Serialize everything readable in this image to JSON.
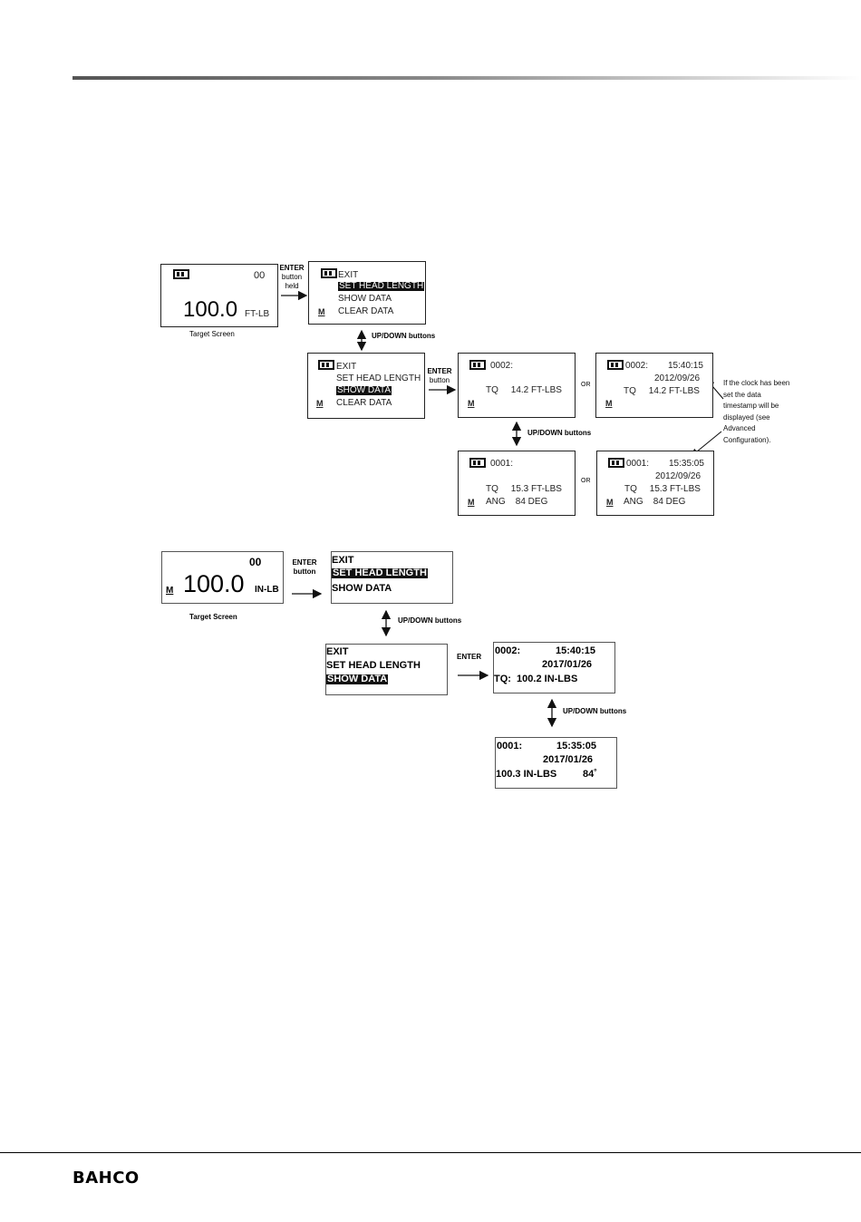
{
  "footer": {
    "brand": "BAHCO"
  },
  "diagram_top": {
    "target": {
      "count": "00",
      "value": "100.0",
      "unit": "FT-LB",
      "caption": "Target  Screen"
    },
    "label_enter_held": [
      "ENTER",
      "button",
      "held"
    ],
    "menu1": {
      "exit": "EXIT",
      "set_head": "SET HEAD LENGTH",
      "show": "SHOW DATA",
      "clear": "CLEAR DATA",
      "m": "M"
    },
    "label_updown1": "UP/DOWN buttons",
    "menu2": {
      "exit": "EXIT",
      "set_head": "SET HEAD LENGTH",
      "show": "SHOW DATA",
      "clear": "CLEAR DATA",
      "m": "M"
    },
    "label_enter_button": [
      "ENTER",
      "button"
    ],
    "data1": {
      "id": "0002:",
      "tq": "TQ     14.2 FT-LBS",
      "m": "M"
    },
    "or1": "OR",
    "data2": {
      "id": "0002:",
      "time": "15:40:15",
      "date": "2012/09/26",
      "tq": "TQ     14.2 FT-LBS",
      "m": "M"
    },
    "note": "If the clock has been set the data timestamp will be displayed (see Advanced Configuration).",
    "label_updown2": "UP/DOWN buttons",
    "data3": {
      "id": "0001:",
      "tq": "TQ     15.3 FT-LBS",
      "ang": "ANG    84 DEG",
      "m": "M"
    },
    "or2": "OR",
    "data4": {
      "id": "0001:",
      "time": "15:35:05",
      "date": "2012/09/26",
      "tq": "TQ     15.3 FT-LBS",
      "ang": "ANG    84 DEG",
      "m": "M"
    }
  },
  "diagram_bottom": {
    "target": {
      "count": "00",
      "m": "M",
      "value": "100.0",
      "unit": "IN-LB",
      "caption": "Target  Screen"
    },
    "label_enter_button": [
      "ENTER",
      "button"
    ],
    "menu1": {
      "exit": "EXIT",
      "set_head": "SET HEAD LENGTH",
      "show": "SHOW DATA"
    },
    "label_updown1": "UP/DOWN buttons",
    "menu2": {
      "exit": "EXIT",
      "set_head": "SET HEAD LENGTH",
      "show": "SHOW DATA"
    },
    "label_enter": "ENTER",
    "data1": {
      "id": "0002:",
      "time": "15:40:15",
      "date": "2017/01/26",
      "tq": "TQ:  100.2 IN-LBS"
    },
    "label_updown2": "UP/DOWN buttons",
    "data2": {
      "id": "0001:",
      "time": "15:35:05",
      "date": "2017/01/26",
      "val": "100.3 IN-LBS",
      "ang": "84˚"
    }
  }
}
